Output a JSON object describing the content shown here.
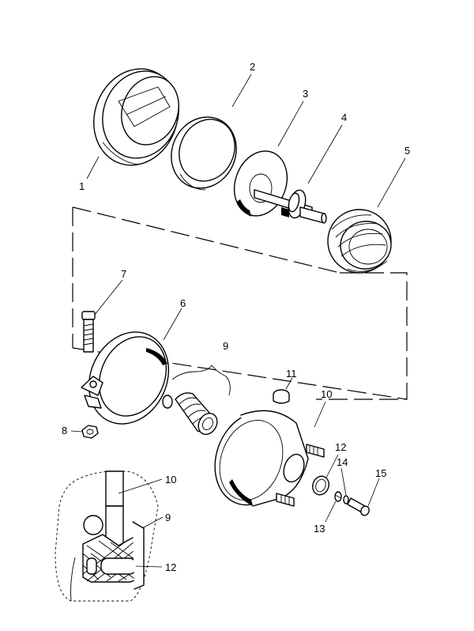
{
  "callouts": [
    {
      "id": "p1",
      "label": "1"
    },
    {
      "id": "p2",
      "label": "2"
    },
    {
      "id": "p3",
      "label": "3"
    },
    {
      "id": "p4",
      "label": "4"
    },
    {
      "id": "p5",
      "label": "5"
    },
    {
      "id": "p6",
      "label": "6"
    },
    {
      "id": "p7",
      "label": "7"
    },
    {
      "id": "p8",
      "label": "8"
    },
    {
      "id": "p9",
      "label": "9"
    },
    {
      "id": "p10",
      "label": "10"
    },
    {
      "id": "p11",
      "label": "11"
    },
    {
      "id": "p12",
      "label": "12"
    },
    {
      "id": "p13",
      "label": "13"
    },
    {
      "id": "p14",
      "label": "14"
    },
    {
      "id": "p15",
      "label": "15"
    }
  ],
  "detail_callouts": {
    "housing": "10",
    "boot": "9",
    "seal": "12"
  }
}
